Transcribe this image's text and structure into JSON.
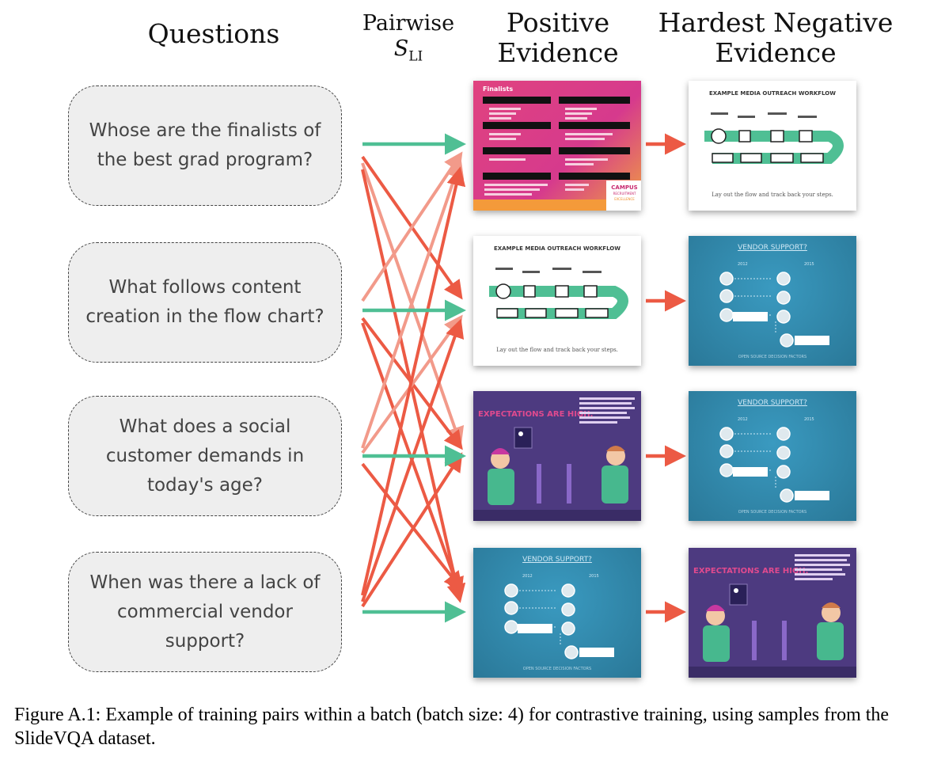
{
  "headers": {
    "questions": "Questions",
    "pairwise_line1": "Pairwise",
    "pairwise_symbol": "S",
    "pairwise_subscript": "LI",
    "positive": "Positive\nEvidence",
    "negative": "Hardest Negative\nEvidence"
  },
  "questions": [
    "Whose are the finalists of\nthe best grad program?",
    "What follows content\ncreation in the flow chart?",
    "What does a social\ncustomer demands in\ntoday's age?",
    "When was there a lack of\ncommercial vendor\nsupport?"
  ],
  "slides": {
    "finalists": {
      "title": "Finalists",
      "badge_line1": "CAMPUS",
      "badge_line2": "RECRUITMENT",
      "badge_line3": "EXCELLENCE"
    },
    "workflow": {
      "title": "EXAMPLE MEDIA OUTREACH WORKFLOW",
      "footer": "Lay out the flow and track back your steps."
    },
    "vendor": {
      "title": "VENDOR SUPPORT?",
      "year_left": "2012",
      "year_right": "2015",
      "footer": "OPEN SOURCE DECISION FACTORS"
    },
    "expectations": {
      "title": "EXPECTATIONS ARE HIGH."
    }
  },
  "colors": {
    "positive_arrow": "#4fbf94",
    "negative_arrow": "#ec5a44",
    "cross_arrow": "#ec5a44",
    "question_bg": "#eeeeee",
    "slide_pink": "#e0437f",
    "slide_teal": "#2f87a8",
    "slide_purple": "#4d3a80"
  },
  "caption": "Figure A.1: Example of training pairs within a batch (batch size: 4) for contrastive training, using samples from the SlideVQA dataset."
}
